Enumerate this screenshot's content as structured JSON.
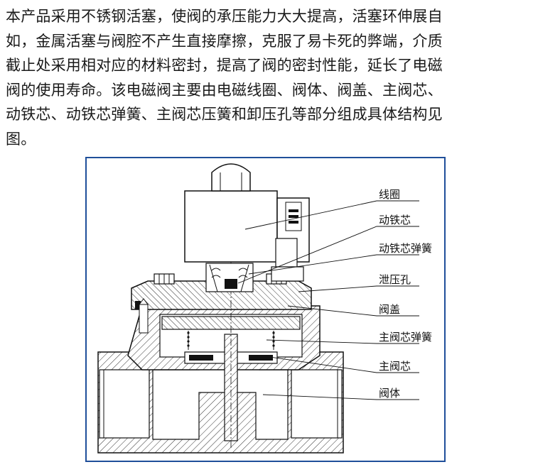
{
  "description_lines": [
    "本产品采用不锈钢活塞，使阀的承压能力大大提高，活塞环伸展自",
    "如，金属活塞与阀腔不产生直接摩擦，克服了易卡死的弊端，介质",
    "截止处采用相对应的材料密封，提高了阀的密封性能，延长了电磁",
    "阀的使用寿命。该电磁阀主要由电磁线圈、阀体、阀盖、主阀芯、",
    "动铁芯、动铁芯弹簧、主阀芯压簧和卸压孔等部分组成具体结构见",
    "图。"
  ],
  "diagram": {
    "labels": [
      "线圈",
      "动铁芯",
      "动铁芯弹簧",
      "泄压孔",
      "阀盖",
      "主阀芯弹簧",
      "主阀芯",
      "阀体"
    ],
    "frame_color": "#1f4f9a"
  }
}
